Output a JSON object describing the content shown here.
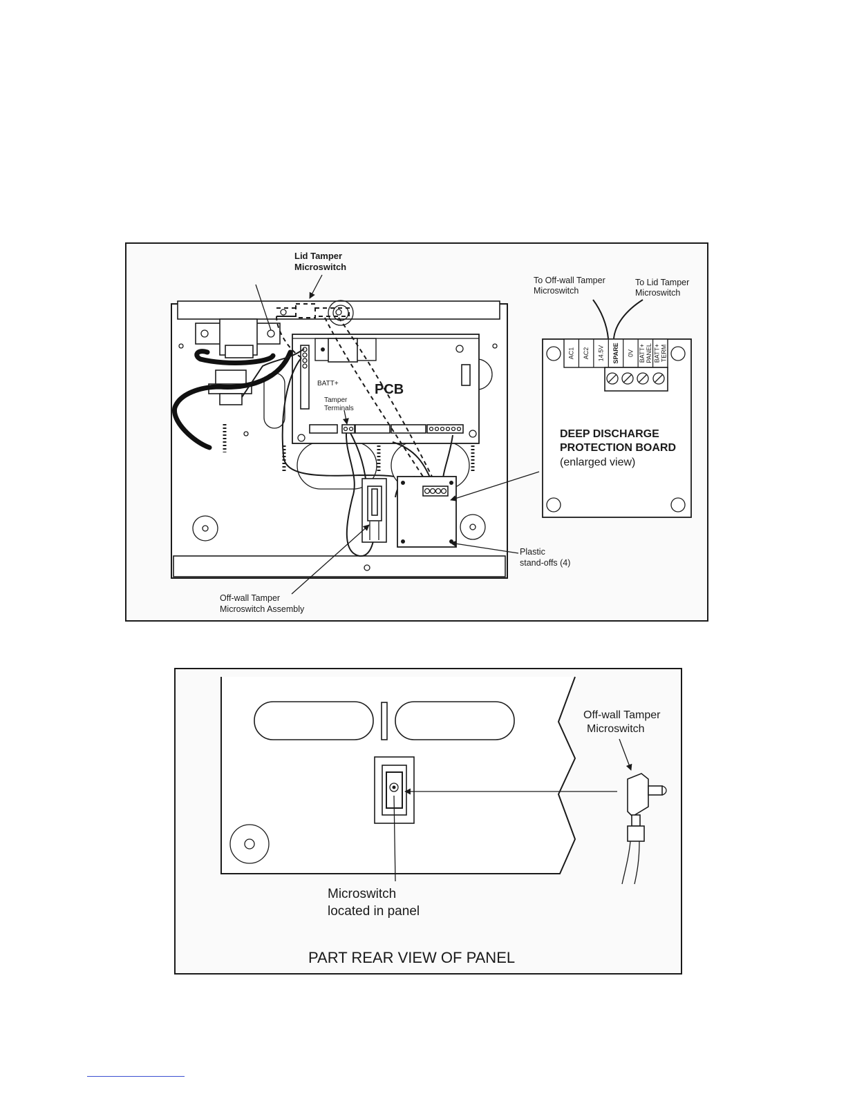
{
  "figure1": {
    "lid_tamper_label": [
      "Lid Tamper",
      "Microswitch"
    ],
    "pcb_label": "PCB",
    "batt_label": "BATT+",
    "tamper_terminals_label": [
      "Tamper",
      "Terminals"
    ],
    "to_offwall_label": [
      "To Off-wall Tamper",
      "Microswitch"
    ],
    "to_lid_label": [
      "To Lid Tamper",
      "Microswitch"
    ],
    "terminals": [
      "AC1",
      "AC2",
      "14.5V",
      "SPARE",
      "0V",
      "BATT+ PANEL",
      "BATT+ TERM"
    ],
    "ddpb_label": [
      "DEEP DISCHARGE",
      "PROTECTION BOARD",
      "(enlarged view)"
    ],
    "standoffs_label": [
      "Plastic",
      "stand-offs (4)"
    ],
    "offwall_assembly_label": [
      "Off-wall Tamper",
      "Microswitch Assembly"
    ]
  },
  "figure2": {
    "offwall_label": [
      "Off-wall Tamper",
      "Microswitch"
    ],
    "located_label": [
      "Microswitch",
      "located in panel"
    ],
    "caption": "PART REAR VIEW OF PANEL"
  }
}
